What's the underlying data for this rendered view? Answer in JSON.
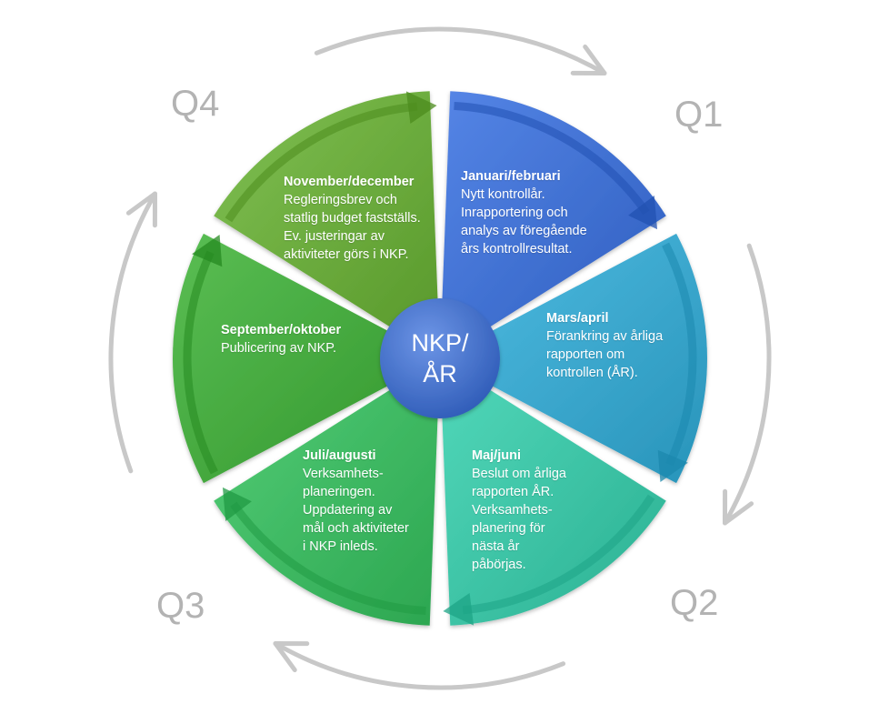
{
  "center": {
    "label": "NKP/\nÅR"
  },
  "quarters": [
    {
      "id": "q1",
      "label": "Q1"
    },
    {
      "id": "q2",
      "label": "Q2"
    },
    {
      "id": "q3",
      "label": "Q3"
    },
    {
      "id": "q4",
      "label": "Q4"
    }
  ],
  "segments": [
    {
      "id": "jan-feb",
      "title": "Januari/februari",
      "body": "Nytt kontrollår.\nInrapportering och\nanalys av föregående\nårs kontrollresultat.",
      "color": "#3f6fd0"
    },
    {
      "id": "mar-apr",
      "title": "Mars/april",
      "body": "Förankring av årliga\nrapporten om\nkontrollen (ÅR).",
      "color": "#3aa6cc"
    },
    {
      "id": "maj-jun",
      "title": "Maj/juni",
      "body": "Beslut om årliga\nrapporten ÅR.\nVerksamhets-\nplanering för\nnästa år\npåbörjas.",
      "color": "#3cc2a4"
    },
    {
      "id": "jul-aug",
      "title": "Juli/augusti",
      "body": "Verksamhets-\nplaneringen.\nUppdatering av\nmål och aktiviteter\ni NKP inleds.",
      "color": "#3eb862"
    },
    {
      "id": "sep-okt",
      "title": "September/oktober",
      "body": "Publicering av NKP.",
      "color": "#44a83e"
    },
    {
      "id": "nov-dec",
      "title": "November/december",
      "body": "Regleringsbrev och\nstatlig budget fastställs.\nEv. justeringar av\naktiviteter görs i NKP.",
      "color": "#6aaa3c"
    }
  ],
  "colors": {
    "center": "#3b6fce",
    "cycle_arrow": "#c8c8c8",
    "quarter_text": "#b3b3b3"
  }
}
